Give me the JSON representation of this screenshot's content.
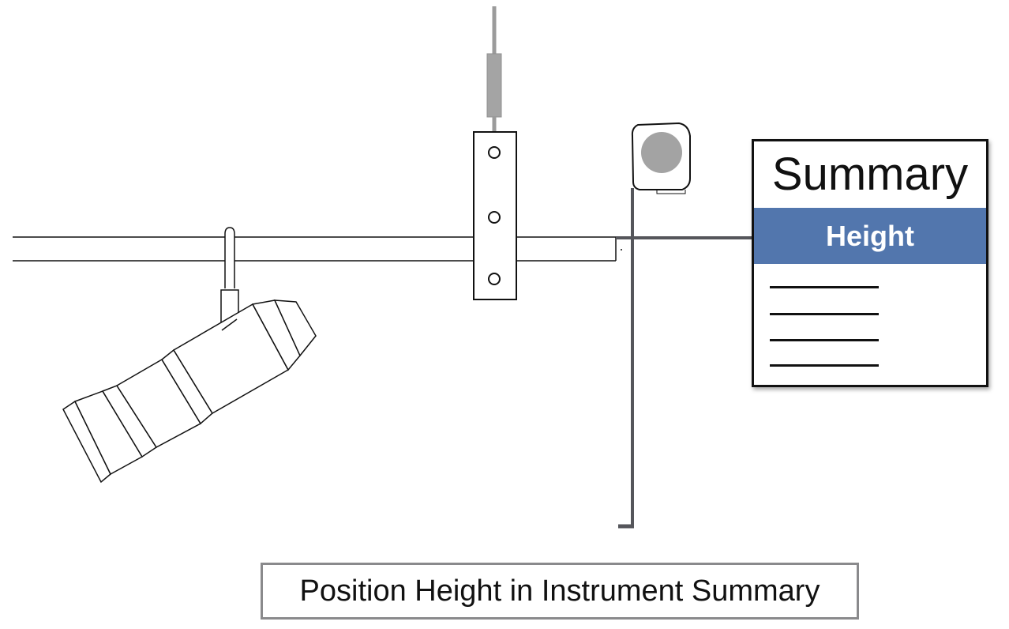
{
  "summary": {
    "title": "Summary",
    "highlight_label": "Height",
    "highlight_color": "#5276ad",
    "placeholder_lines": 4
  },
  "caption": "Position Height in Instrument Summary",
  "icons": {
    "fixture": "spotlight-icon",
    "clamp": "pipe-clamp-icon",
    "hanger": "boom-hanger-icon",
    "measure": "tape-measure-icon"
  },
  "colors": {
    "line": "#111111",
    "measure_line": "#55565b",
    "hanger_rod": "#9b9b9b",
    "caption_border": "#8a8a8c"
  }
}
